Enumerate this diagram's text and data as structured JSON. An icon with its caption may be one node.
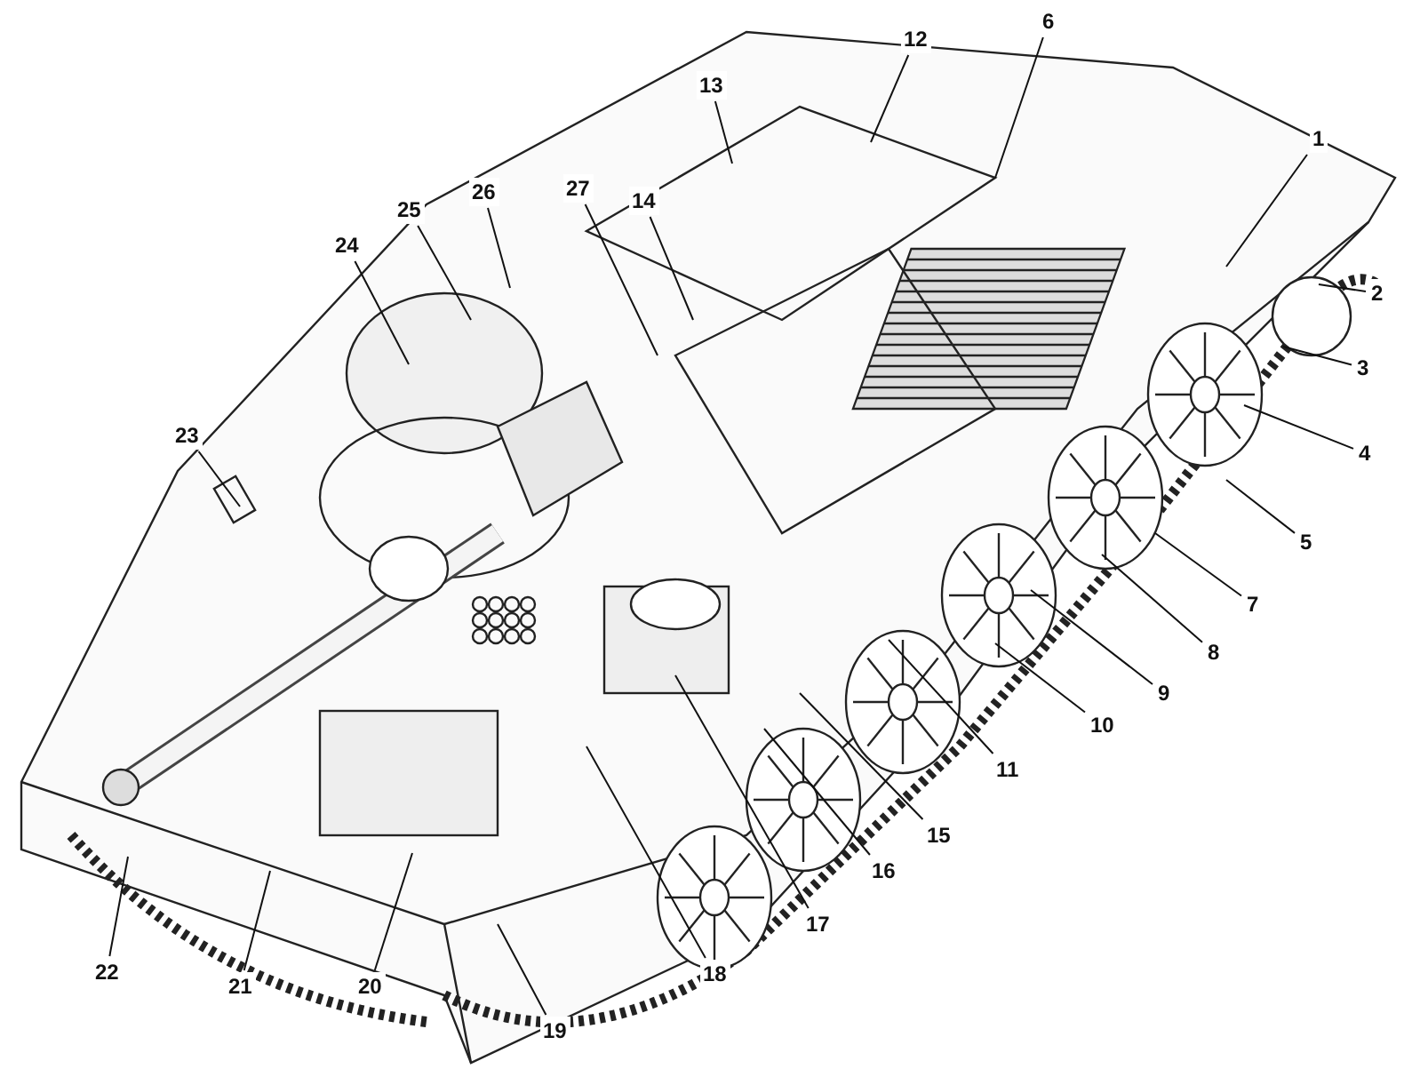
{
  "diagram": {
    "nodes": [
      {
        "text": [
          "1"
        ]
      },
      {
        "text": [
          "2"
        ]
      },
      {
        "text": [
          "3"
        ]
      },
      {
        "text": [
          "4"
        ]
      },
      {
        "text": [
          "5"
        ]
      },
      {
        "text": [
          "6"
        ]
      },
      {
        "text": [
          "7"
        ]
      },
      {
        "text": [
          "8"
        ]
      },
      {
        "text": [
          "9"
        ]
      },
      {
        "text": [
          "10"
        ]
      },
      {
        "text": [
          "11"
        ]
      },
      {
        "text": [
          "12"
        ]
      },
      {
        "text": [
          "13"
        ]
      },
      {
        "text": [
          "14"
        ]
      },
      {
        "text": [
          "15"
        ]
      },
      {
        "text": [
          "16"
        ]
      },
      {
        "text": [
          "17"
        ]
      },
      {
        "text": [
          "18"
        ]
      },
      {
        "text": [
          "19"
        ]
      },
      {
        "text": [
          "20"
        ]
      },
      {
        "text": [
          "21"
        ]
      },
      {
        "text": [
          "22"
        ]
      },
      {
        "text": [
          "23"
        ]
      },
      {
        "text": [
          "24"
        ]
      },
      {
        "text": [
          "25"
        ]
      },
      {
        "text": [
          "26"
        ]
      },
      {
        "text": [
          "27"
        ]
      }
    ],
    "edges": [
      {
        "from": 0,
        "to": null,
        "arrow": "none"
      },
      {
        "from": 1,
        "to": null,
        "arrow": "none"
      },
      {
        "from": 2,
        "to": null,
        "arrow": "none"
      },
      {
        "from": 3,
        "to": null,
        "arrow": "none"
      },
      {
        "from": 4,
        "to": null,
        "arrow": "none"
      },
      {
        "from": 5,
        "to": null,
        "arrow": "none"
      },
      {
        "from": 6,
        "to": null,
        "arrow": "none"
      },
      {
        "from": 7,
        "to": null,
        "arrow": "none"
      },
      {
        "from": 8,
        "to": null,
        "arrow": "none"
      },
      {
        "from": 9,
        "to": null,
        "arrow": "none"
      },
      {
        "from": 10,
        "to": null,
        "arrow": "none"
      },
      {
        "from": 11,
        "to": null,
        "arrow": "none"
      },
      {
        "from": 12,
        "to": null,
        "arrow": "none"
      },
      {
        "from": 13,
        "to": null,
        "arrow": "none"
      },
      {
        "from": 14,
        "to": null,
        "arrow": "none"
      },
      {
        "from": 15,
        "to": null,
        "arrow": "none"
      },
      {
        "from": 16,
        "to": null,
        "arrow": "none"
      },
      {
        "from": 17,
        "to": null,
        "arrow": "none"
      },
      {
        "from": 18,
        "to": null,
        "arrow": "none"
      },
      {
        "from": 19,
        "to": null,
        "arrow": "none"
      },
      {
        "from": 20,
        "to": null,
        "arrow": "none"
      },
      {
        "from": 21,
        "to": null,
        "arrow": "none"
      },
      {
        "from": 22,
        "to": null,
        "arrow": "none"
      },
      {
        "from": 23,
        "to": null,
        "arrow": "none"
      },
      {
        "from": 24,
        "to": null,
        "arrow": "none"
      },
      {
        "from": 25,
        "to": null,
        "arrow": "none"
      },
      {
        "from": 26,
        "to": null,
        "arrow": "none"
      }
    ]
  }
}
